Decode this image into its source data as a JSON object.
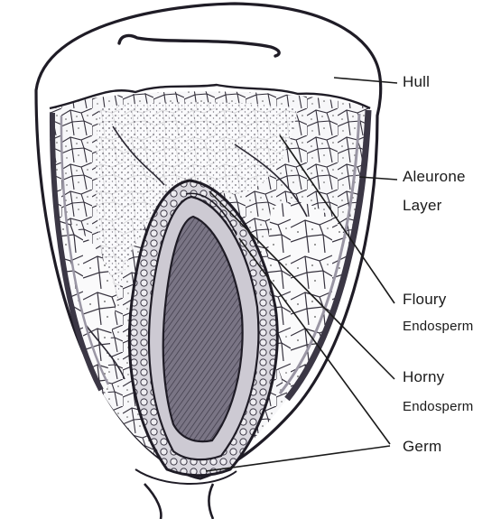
{
  "labels": {
    "hull": "Hull",
    "aleurone_1": "Aleurone",
    "aleurone_2": "Layer",
    "floury_1": "Floury",
    "floury_2": "Endosperm",
    "horny_1": "Horny",
    "horny_2": "Endosperm",
    "germ": "Germ"
  },
  "colors": {
    "ink": "#2a2a34",
    "fill_light": "#f4f4f6",
    "fill_dark": "#5e5a6a"
  }
}
